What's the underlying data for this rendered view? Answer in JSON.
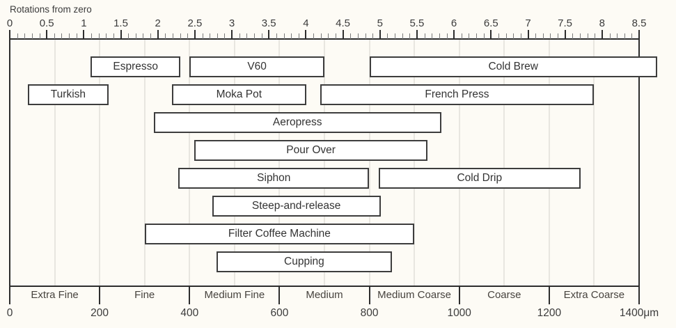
{
  "chart_data": {
    "type": "bar",
    "variant": "horizontal-range-bars",
    "top_axis": {
      "label": "Rotations from zero",
      "min": 0,
      "max": 8.5,
      "major_step": 0.5,
      "minor_step": 0.1,
      "tick_labels": [
        "0",
        "0.5",
        "1",
        "1.5",
        "2",
        "2.5",
        "3",
        "3.5",
        "4",
        "4.5",
        "5",
        "5.5",
        "6",
        "6.5",
        "7",
        "7.5",
        "8",
        "8.5"
      ]
    },
    "bottom_axis": {
      "unit": "μm",
      "min": 0,
      "max": 1400,
      "category_step": 200,
      "tick_labels": [
        "0",
        "200",
        "400",
        "600",
        "800",
        "1000",
        "1200",
        "1400μm"
      ],
      "categories": [
        "Extra Fine",
        "Fine",
        "Medium Fine",
        "Medium",
        "Medium Coarse",
        "Coarse",
        "Extra Coarse"
      ]
    },
    "grid": {
      "step_um": 100,
      "visible": true
    },
    "bars": [
      {
        "label": "Espresso",
        "row": 0,
        "from_um": 180,
        "to_um": 380
      },
      {
        "label": "V60",
        "row": 0,
        "from_um": 400,
        "to_um": 700
      },
      {
        "label": "Cold Brew",
        "row": 0,
        "from_um": 800,
        "to_um": 1440
      },
      {
        "label": "Turkish",
        "row": 1,
        "from_um": 40,
        "to_um": 220
      },
      {
        "label": "Moka Pot",
        "row": 1,
        "from_um": 360,
        "to_um": 660
      },
      {
        "label": "French Press",
        "row": 1,
        "from_um": 690,
        "to_um": 1300
      },
      {
        "label": "Aeropress",
        "row": 2,
        "from_um": 320,
        "to_um": 960
      },
      {
        "label": "Pour Over",
        "row": 3,
        "from_um": 410,
        "to_um": 930
      },
      {
        "label": "Siphon",
        "row": 4,
        "from_um": 375,
        "to_um": 800
      },
      {
        "label": "Cold Drip",
        "row": 4,
        "from_um": 820,
        "to_um": 1270
      },
      {
        "label": "Steep-and-release",
        "row": 5,
        "from_um": 450,
        "to_um": 825
      },
      {
        "label": "Filter Coffee Machine",
        "row": 6,
        "from_um": 300,
        "to_um": 900
      },
      {
        "label": "Cupping",
        "row": 7,
        "from_um": 460,
        "to_um": 850
      }
    ],
    "colors": {
      "background": "#fdfbf5",
      "bar_fill": "#ffffff",
      "bar_border": "#3d3d3d",
      "axis": "#2d2d2d",
      "grid": "#e8e6e0",
      "text": "#3b3b3b",
      "minor_tick": "#7a7a7a",
      "category_text": "#47433e"
    }
  }
}
